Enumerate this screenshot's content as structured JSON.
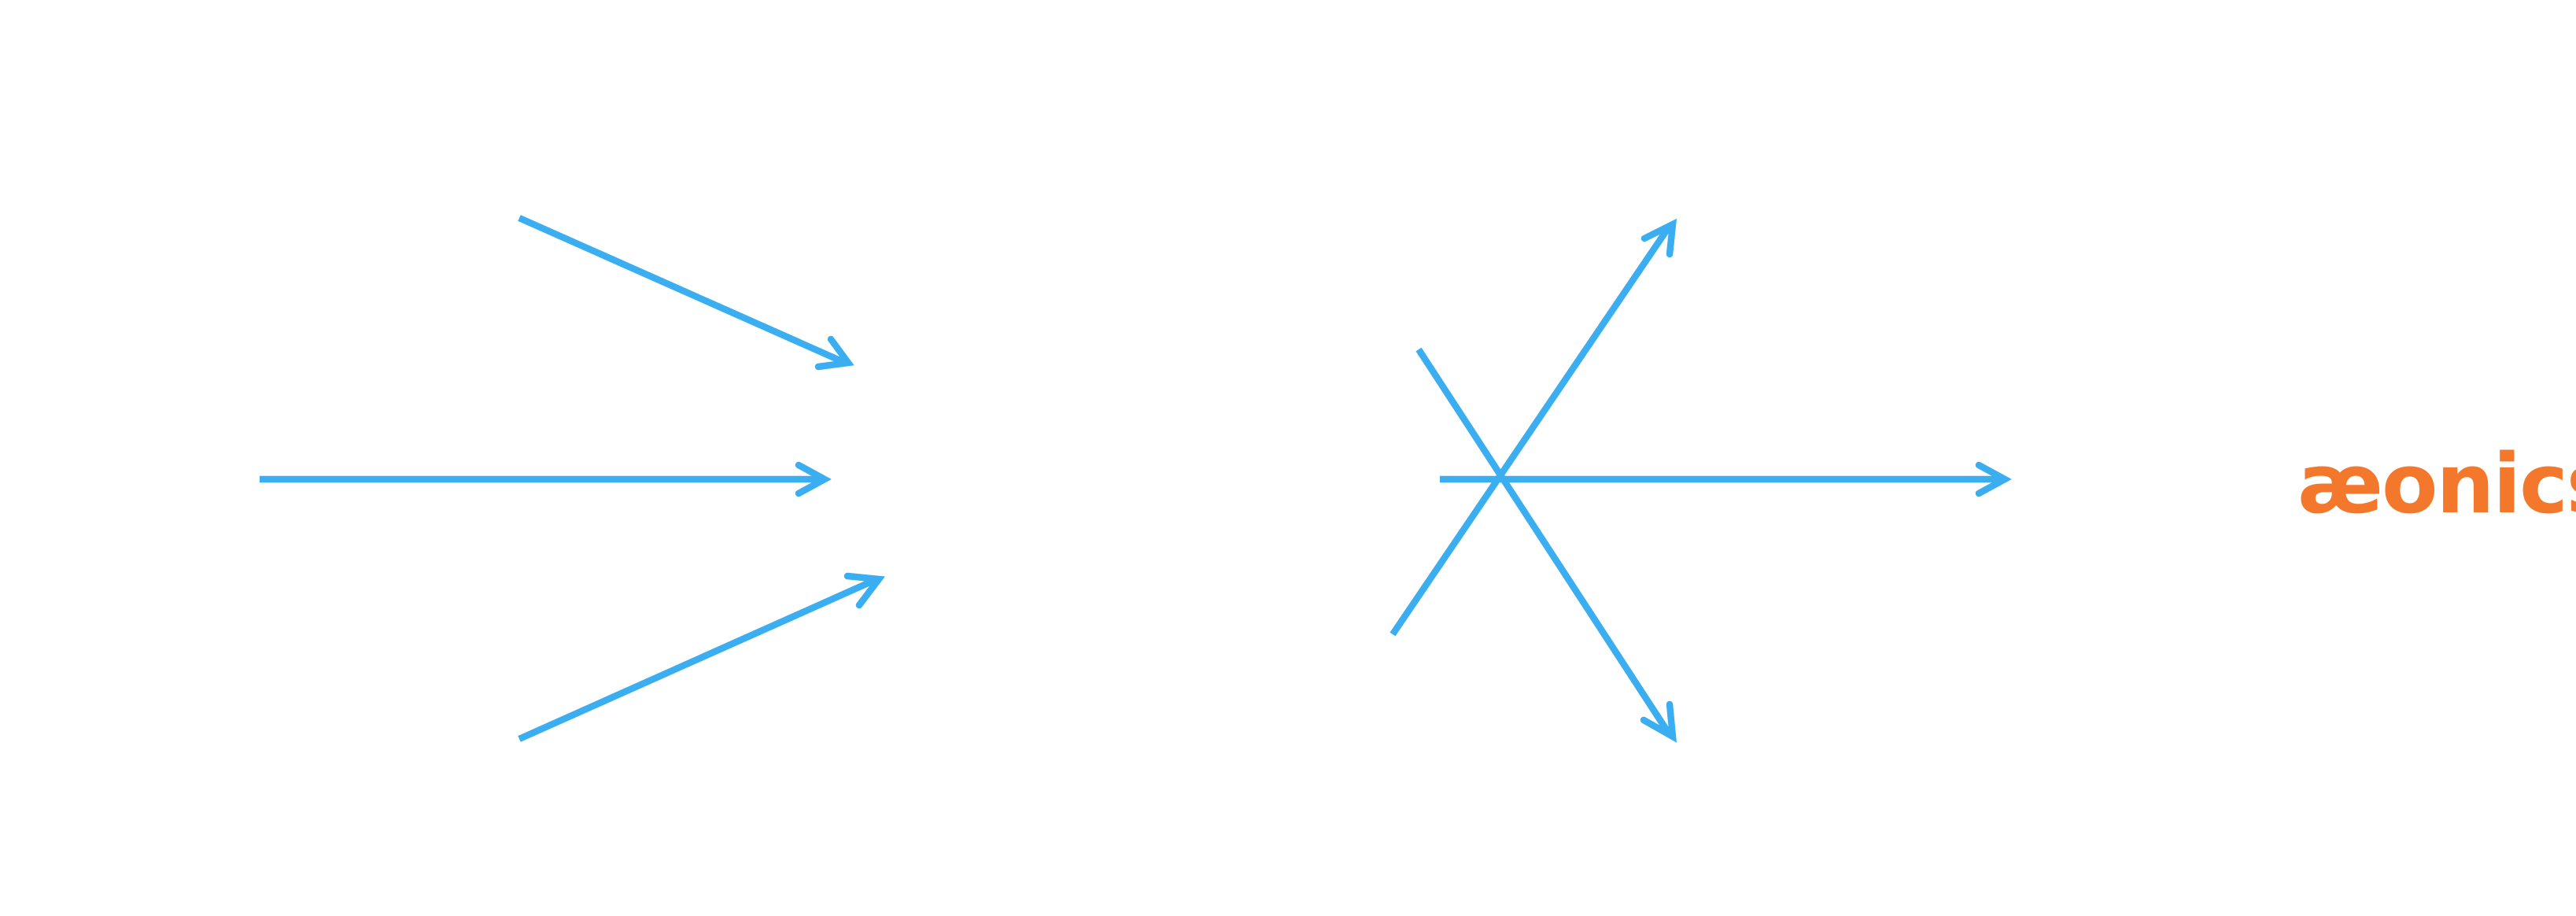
{
  "colors": {
    "arrow": "#3aaef0",
    "brand": "#f4782c",
    "background": "#ffffff"
  },
  "diagram": {
    "left_group": {
      "description_icon": "converging-arrows",
      "arrow_count": 3
    },
    "right_group": {
      "description_icon": "diverging-arrows",
      "arrow_count": 3
    }
  },
  "brand": {
    "name": "æonics"
  }
}
